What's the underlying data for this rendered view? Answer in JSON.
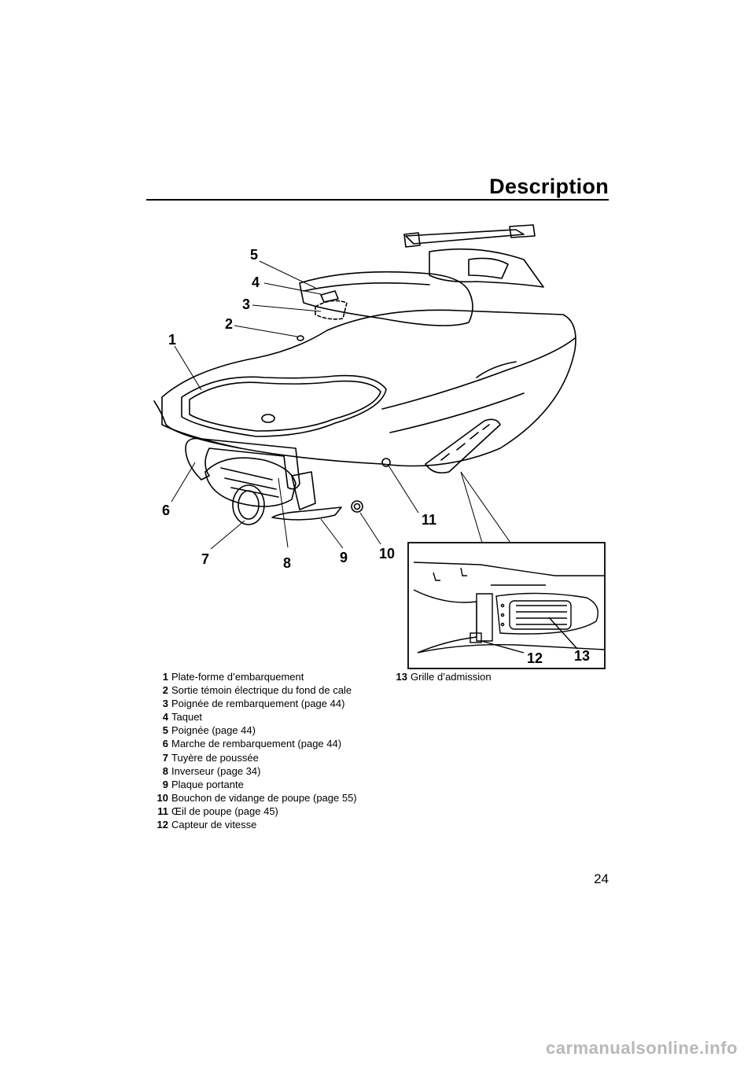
{
  "header": {
    "title": "Description"
  },
  "figure": {
    "callouts": [
      "1",
      "2",
      "3",
      "4",
      "5",
      "6",
      "7",
      "8",
      "9",
      "10",
      "11",
      "12",
      "13"
    ]
  },
  "legend": {
    "left": [
      {
        "num": "1",
        "text": "Plate-forme d’embarquement"
      },
      {
        "num": "2",
        "text": "Sortie témoin électrique du fond de cale"
      },
      {
        "num": "3",
        "text": "Poignée de rembarquement (page 44)"
      },
      {
        "num": "4",
        "text": "Taquet"
      },
      {
        "num": "5",
        "text": "Poignée (page 44)"
      },
      {
        "num": "6",
        "text": "Marche de rembarquement (page 44)"
      },
      {
        "num": "7",
        "text": "Tuyère de poussée"
      },
      {
        "num": "8",
        "text": "Inverseur (page 34)"
      },
      {
        "num": "9",
        "text": "Plaque portante"
      },
      {
        "num": "10",
        "text": "Bouchon de vidange de poupe (page 55)"
      },
      {
        "num": "11",
        "text": "Œil de poupe (page 45)"
      },
      {
        "num": "12",
        "text": "Capteur de vitesse"
      }
    ],
    "right": [
      {
        "num": "13",
        "text": "Grille d’admission"
      }
    ]
  },
  "footer": {
    "page_number": "24",
    "watermark": "carmanualsonline.info"
  }
}
